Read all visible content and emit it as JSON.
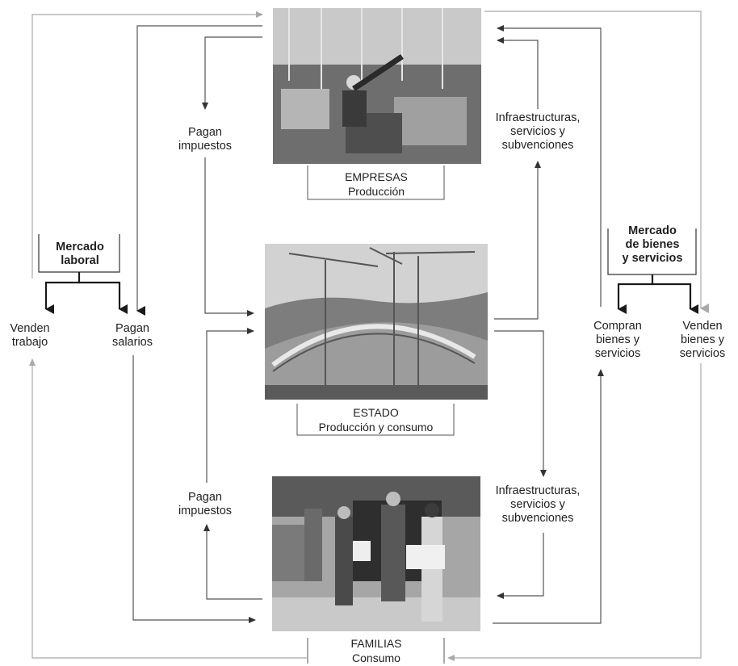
{
  "empresas": {
    "name": "EMPRESAS",
    "role": "Producción"
  },
  "estado": {
    "name": "ESTADO",
    "role": "Producción y consumo"
  },
  "familias": {
    "name": "FAMILIAS",
    "role": "Consumo"
  },
  "mercado_laboral": {
    "line1": "Mercado",
    "line2": "laboral"
  },
  "mercado_bienes": {
    "line1": "Mercado",
    "line2": "de bienes",
    "line3": "y servicios"
  },
  "labels": {
    "venden_trabajo": [
      "Venden",
      "trabajo"
    ],
    "pagan_salarios": [
      "Pagan",
      "salarios"
    ],
    "pagan_impuestos_top": [
      "Pagan",
      "impuestos"
    ],
    "pagan_impuestos_bottom": [
      "Pagan",
      "impuestos"
    ],
    "infra_top": [
      "Infraestructuras,",
      "servicios y",
      "subvenciones"
    ],
    "infra_bottom": [
      "Infraestructuras,",
      "servicios y",
      "subvenciones"
    ],
    "compran": [
      "Compran",
      "bienes y",
      "servicios"
    ],
    "venden_bienes": [
      "Venden",
      "bienes y",
      "servicios"
    ]
  },
  "colors": {
    "dark_arrow": "#333333",
    "light_arrow": "#a9a9a9",
    "text": "#1f1f1f"
  }
}
